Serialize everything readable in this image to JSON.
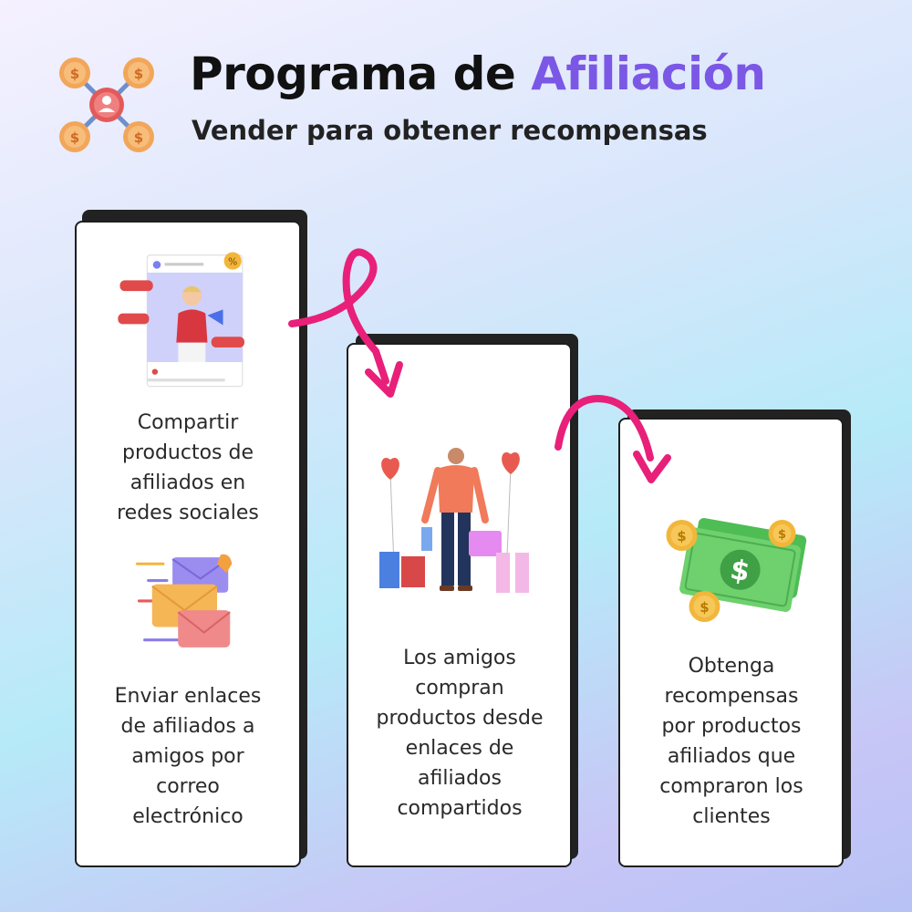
{
  "header": {
    "title_main": "Programa de ",
    "title_accent": "Afiliación",
    "subtitle": "Vender para obtener recompensas",
    "icon": "affiliate-network-icon"
  },
  "steps": [
    {
      "items": [
        {
          "text": "Compartir\nproductos de\nafiliados en\nredes sociales",
          "icon": "social-media-post-icon"
        },
        {
          "text": "Enviar enlaces\nde afiliados a\namigos por\ncorreo\nelectrónico",
          "icon": "email-envelopes-icon"
        }
      ]
    },
    {
      "text": "Los amigos\ncompran\nproductos desde\nenlaces de\nafiliados\ncompartidos",
      "icon": "shopping-person-icon"
    },
    {
      "text": "Obtenga\nrecompensas\npor productos\nafiliados que\ncompraron los\nclientes",
      "icon": "money-cash-icon"
    }
  ],
  "colors": {
    "accent": "#7b57e6",
    "arrow": "#e8207a",
    "card_border": "#1e1e1e"
  }
}
